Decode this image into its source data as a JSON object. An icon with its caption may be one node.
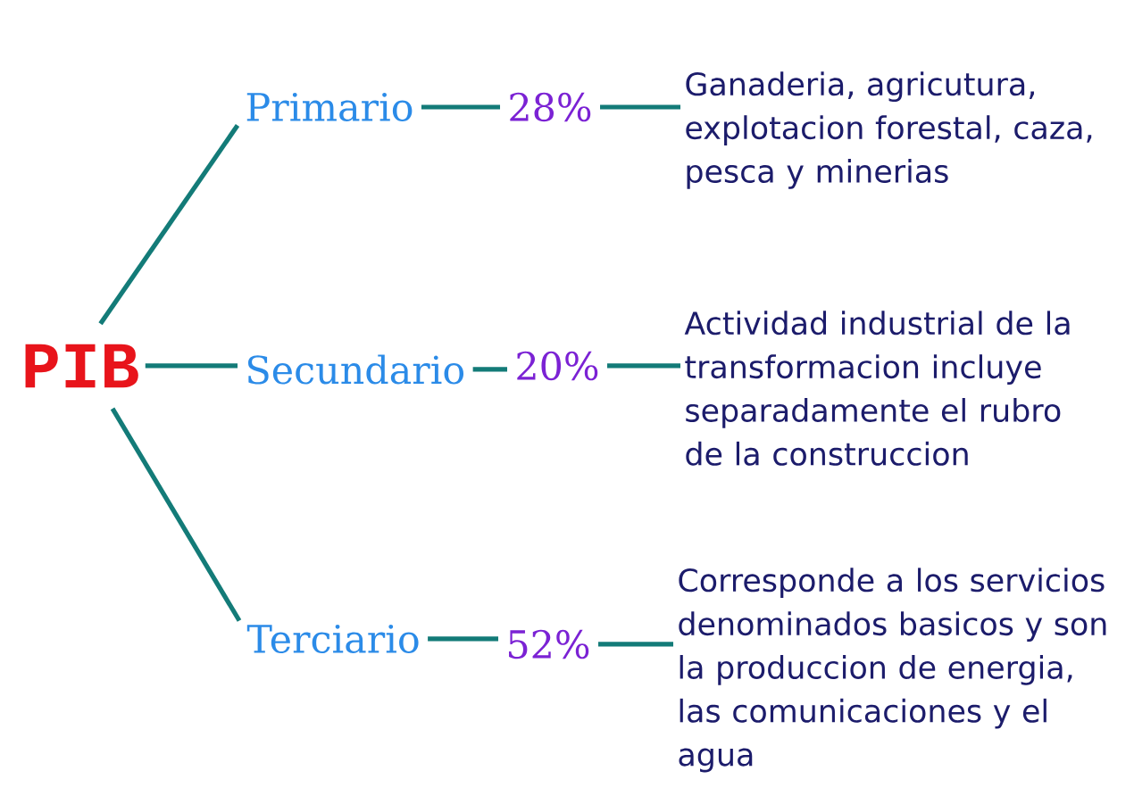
{
  "diagram": {
    "nodes": [
      {
        "text": [
          "PIB"
        ]
      },
      {
        "text": [
          "Primario"
        ]
      },
      {
        "text": [
          "28%"
        ]
      },
      {
        "text": [
          "Ganaderia, agricutura, explotacion forestal, caza, pesca y minerias"
        ]
      },
      {
        "text": [
          "Secundario"
        ]
      },
      {
        "text": [
          "20%"
        ]
      },
      {
        "text": [
          "Actividad industrial de la transformacion incluye separadamente el rubro de la construccion"
        ]
      },
      {
        "text": [
          "Terciario"
        ]
      },
      {
        "text": [
          "52%"
        ]
      },
      {
        "text": [
          "Corresponde a los servicios denominados basicos y son la produccion de energia, las comunicaciones y el agua"
        ]
      }
    ],
    "edges": [
      {
        "from": 0,
        "to": 1,
        "arrow": "none"
      },
      {
        "from": 1,
        "to": 2,
        "arrow": "none"
      },
      {
        "from": 2,
        "to": 3,
        "arrow": "none"
      },
      {
        "from": 0,
        "to": 4,
        "arrow": "none"
      },
      {
        "from": 4,
        "to": 5,
        "arrow": "none"
      },
      {
        "from": 5,
        "to": 6,
        "arrow": "none"
      },
      {
        "from": 0,
        "to": 7,
        "arrow": "none"
      },
      {
        "from": 7,
        "to": 8,
        "arrow": "none"
      },
      {
        "from": 8,
        "to": 9,
        "arrow": "none"
      }
    ]
  }
}
